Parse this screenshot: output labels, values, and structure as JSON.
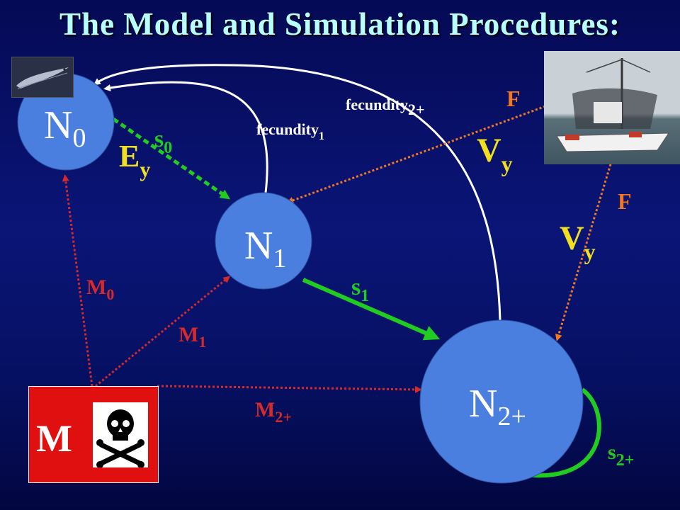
{
  "title": "The Model and Simulation Procedures:",
  "nodes": {
    "n0": {
      "base": "N",
      "sub": "0"
    },
    "n1": {
      "base": "N",
      "sub": "1"
    },
    "n2": {
      "base": "N",
      "sub": "2+"
    }
  },
  "labels": {
    "s0": {
      "base": "s",
      "sub": "0"
    },
    "s1": {
      "base": "s",
      "sub": "1"
    },
    "s2": {
      "base": "s",
      "sub": "2+"
    },
    "ey": {
      "base": "E",
      "sub": "y"
    },
    "vy_top": {
      "base": "V",
      "sub": "y"
    },
    "vy_right": {
      "base": "V",
      "sub": "y"
    },
    "f_top": "F",
    "f_right": "F",
    "fec1": {
      "base": "fecundity",
      "sub": "1"
    },
    "fec2": {
      "base": "fecundity",
      "sub": "2+"
    },
    "m0": {
      "base": "M",
      "sub": "0"
    },
    "m1": {
      "base": "M",
      "sub": "1"
    },
    "m2": {
      "base": "M",
      "sub": "2+"
    }
  },
  "mortality_box": {
    "letter": "M",
    "icon": "skull-crossbones-icon"
  },
  "images": {
    "eel": "eel-larva-photo",
    "boat": "fishing-boat-photo"
  },
  "colors": {
    "node": "#4a7fe0",
    "green": "#1fcc1f",
    "red": "#d42a2a",
    "orange": "#f07820",
    "yellow": "#f0e020",
    "title": "#b8ffff"
  }
}
